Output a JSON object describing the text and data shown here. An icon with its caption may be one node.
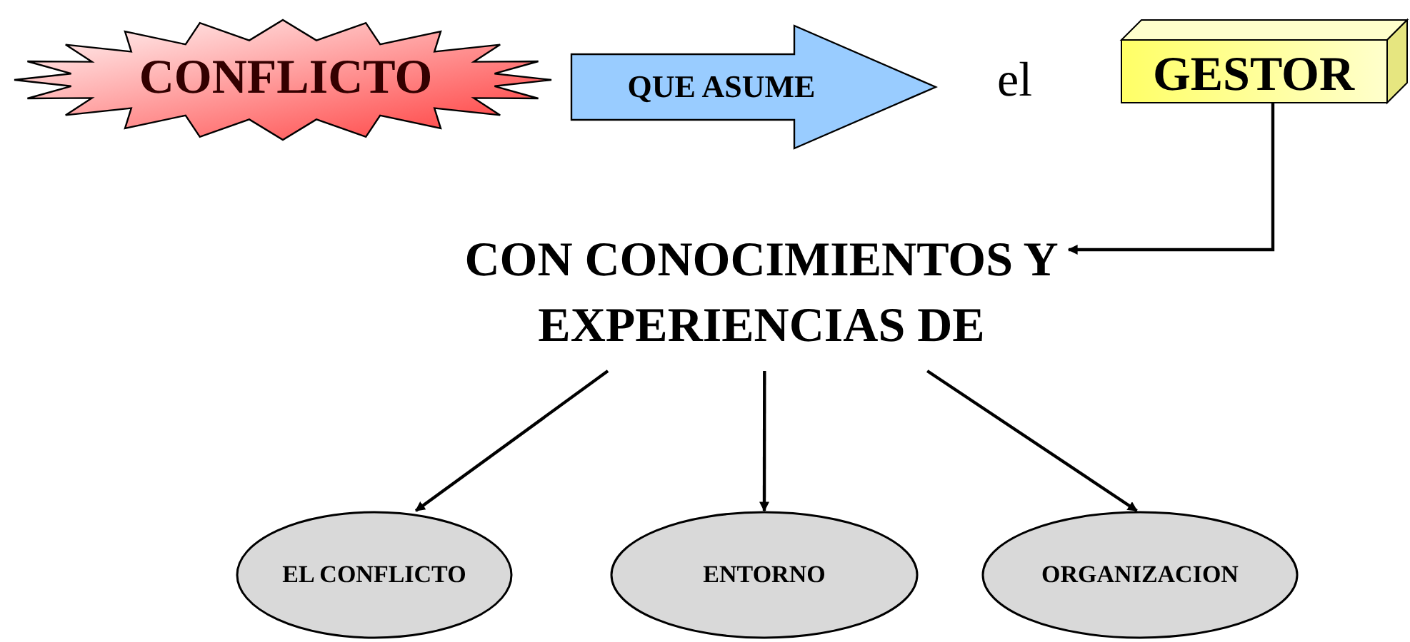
{
  "diagram": {
    "nodes": [
      {
        "text": [
          "CONFLICTO"
        ]
      },
      {
        "text": [
          "QUE ASUME"
        ]
      },
      {
        "text": [
          "GESTOR"
        ]
      },
      {
        "text": [
          "CON CONOCIMIENTOS Y EXPERIENCIAS DE"
        ]
      },
      {
        "text": [
          "EL CONFLICTO"
        ]
      },
      {
        "text": [
          "ENTORNO"
        ]
      },
      {
        "text": [
          "ORGANIZACION"
        ]
      }
    ],
    "edges": [
      {
        "from": 2,
        "to": 3,
        "arrow": "to"
      },
      {
        "from": 3,
        "to": 4,
        "arrow": "to"
      },
      {
        "from": 3,
        "to": 5,
        "arrow": "to"
      },
      {
        "from": 3,
        "to": 6,
        "arrow": "to"
      }
    ],
    "labels": [
      "el"
    ]
  }
}
